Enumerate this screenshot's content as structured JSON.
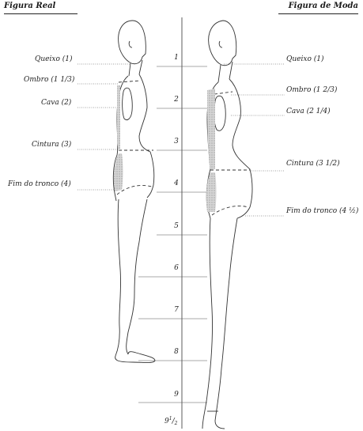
{
  "titles": {
    "left": "Figura Real",
    "right": "Figura de Moda"
  },
  "left_labels": [
    "Queixo (1)",
    "Ombro (1 1/3)",
    "Cava (2)",
    "Cintura (3)",
    "Fim do tronco (4)"
  ],
  "right_labels": [
    "Queixo (1)",
    "Ombro (1 2/3)",
    "Cava (2 1/4)",
    "Cintura (3 1/2)",
    "Fim do tronco (4 ½)"
  ],
  "scale_numbers": [
    "1",
    "2",
    "3",
    "4",
    "5",
    "6",
    "7",
    "8",
    "9"
  ],
  "last_mark": {
    "whole": "9",
    "num": "1",
    "den": "2"
  },
  "colors": {
    "line": "#222222",
    "shade": "#bdbdbd",
    "paper": "#ffffff"
  }
}
